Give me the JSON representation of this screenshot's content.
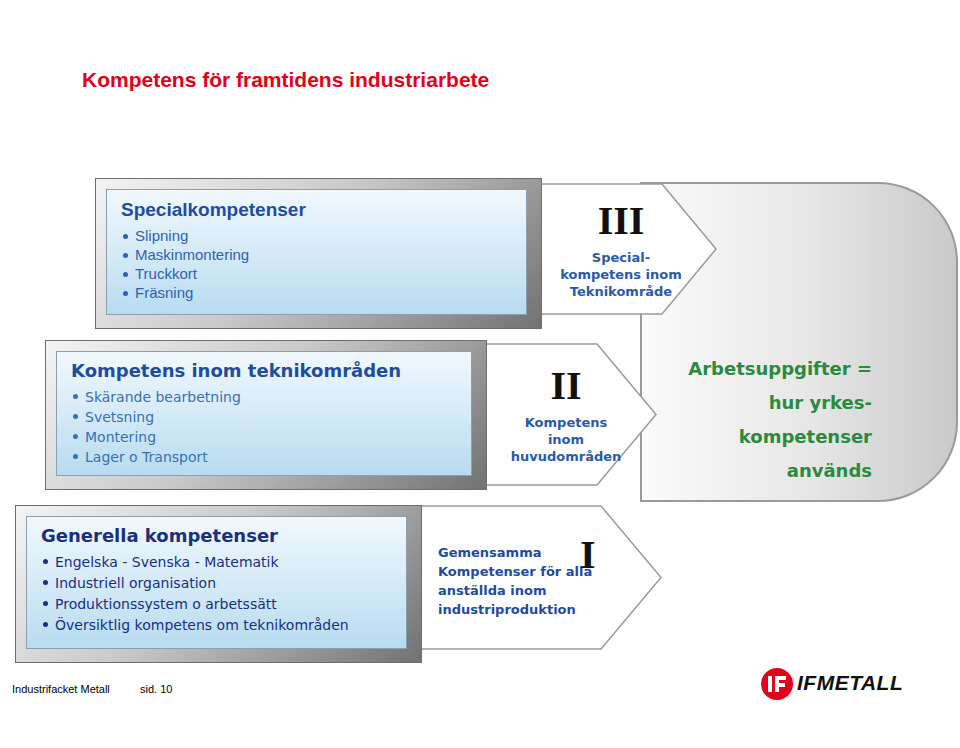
{
  "diagram": {
    "title": "Kompetens för framtidens industriarbete",
    "nodes": [
      {
        "text": [
          "Specialkompetenser",
          "Slipning",
          "Maskinmontering",
          "Truckkort",
          "Fräsning"
        ]
      },
      {
        "text": [
          "III",
          "Special- kompetens inom Teknikområde"
        ]
      },
      {
        "text": [
          "Arbetsuppgifter = hur yrkes- kompetenser används"
        ]
      },
      {
        "text": [
          "Kompetens inom teknikområden",
          "Skärande bearbetning",
          "Svetsning",
          "Montering",
          "Lager o Transport"
        ]
      },
      {
        "text": [
          "II",
          "Kompetens inom huvudområden"
        ]
      },
      {
        "text": [
          "Generella kompetenser",
          "Engelska - Svenska - Matematik",
          "Industriell organisation",
          "Produktionssystem o arbetssätt",
          "Översiktlig kompetens om teknikområden"
        ]
      },
      {
        "text": [
          "Gemensamma Kompetenser för alla anställda inom industriproduktion",
          "I"
        ]
      }
    ],
    "labels": [
      "Industrifacket Metall",
      "sid. 10",
      "IFMETALL"
    ]
  }
}
